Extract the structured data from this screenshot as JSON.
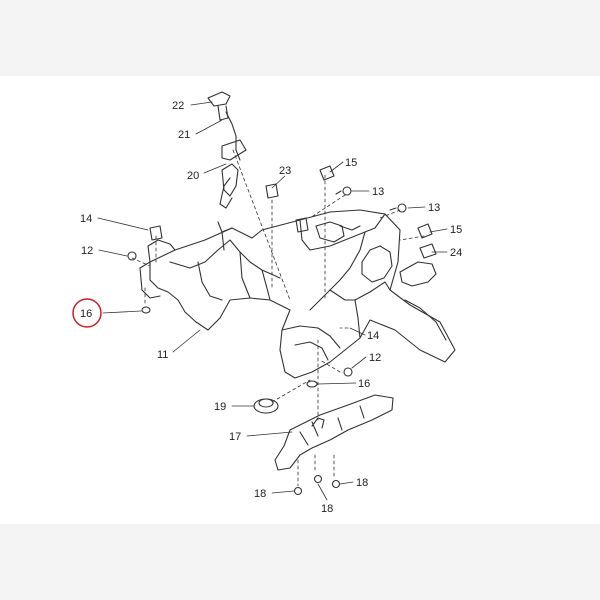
{
  "colors": {
    "background": "#f4f4f4",
    "sheet": "#ffffff",
    "line": "#333333",
    "highlight": "#c81e28"
  },
  "callouts": {
    "c22": "22",
    "c21": "21",
    "c20": "20",
    "c23": "23",
    "c15a": "15",
    "c13a": "13",
    "c13b": "13",
    "c14a": "14",
    "c12a": "12",
    "c15b": "15",
    "c24": "24",
    "c16a": "16",
    "c11": "11",
    "c14b": "14",
    "c12b": "12",
    "c16b": "16",
    "c19": "19",
    "c17": "17",
    "c18a": "18",
    "c18b": "18",
    "c18c": "18"
  },
  "highlighted_callout": "16"
}
